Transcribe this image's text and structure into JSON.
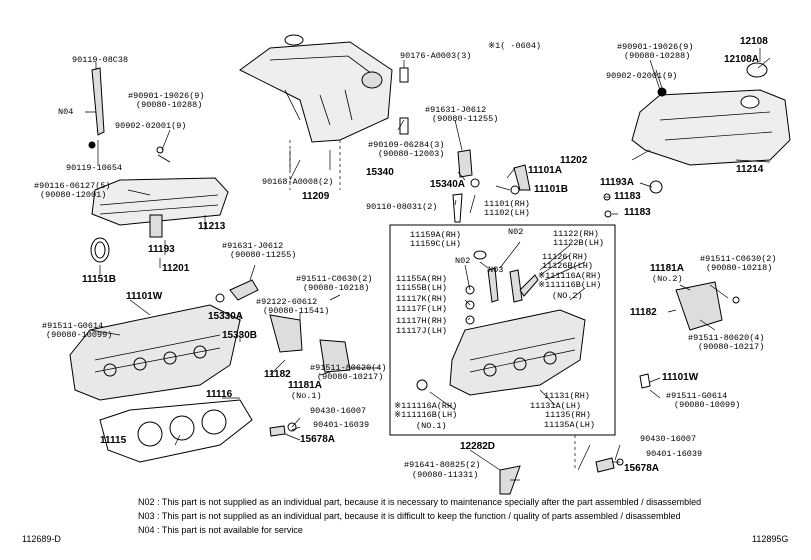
{
  "labels": {
    "l1": "90119-08C38",
    "l2": "N04",
    "l3": "#90901-19026(9)",
    "l4": "(90080-10288)",
    "l5": "90902-02001(9)",
    "l6": "90119-10654",
    "l7": "#90116-06127(5)",
    "l8": "(90080-12001)",
    "l9": "11213",
    "l10": "11193",
    "l11": "11201",
    "l12": "11151B",
    "l13": "90176-A0003(3)",
    "l14": "※1(   -0604)",
    "l15": "#91631-J0612",
    "l16": "(90080-11255)",
    "l17": "#90109-06284(3)",
    "l18": "(90080-12003)",
    "l19": "90168-A0008(2)",
    "l20": "11209",
    "l21": "15340",
    "l22": "15340A",
    "l23": "11101A",
    "l24": "11101B",
    "l25": "90110-08031(2)",
    "l26": "#90901-19026(9)",
    "l27": "(90080-10288)",
    "l28": "90902-02001(9)",
    "l29": "12108",
    "l30": "12108A",
    "l31": "11202",
    "l32": "11193A",
    "l33": "11214",
    "l34": "11183",
    "l35": "11183",
    "l36": "#91631-J0612",
    "l37": "(90080-11255)",
    "l38": "15330A",
    "l39": "15330B",
    "l40": "11101W",
    "l41": "#91511-G0614",
    "l42": "(90080-10099)",
    "l43": "#91511-C0630(2)",
    "l44": "(90080-10218)",
    "l45": "#92122-60612",
    "l46": "(90080-11541)",
    "l47": "11182",
    "l48": "11181A",
    "l49": "(No.1)",
    "l50": "#91511-80620(4)",
    "l51": "(90080-10217)",
    "l52": "11116",
    "l53": "11115",
    "l54": "90430-16007",
    "l55": "90401-16039",
    "l56": "15678A",
    "l57": "11101(RH)",
    "l58": "11102(LH)",
    "l59": "11159A(RH)",
    "l60": "11159C(LH)",
    "l61": "N02",
    "l62": "N02",
    "l63": "N03",
    "l64": "11155A(RH)",
    "l65": "11155B(LH)",
    "l66": "11117K(RH)",
    "l67": "11117F(LH)",
    "l68": "11117H(RH)",
    "l69": "11117J(LH)",
    "l70": "11122(RH)",
    "l71": "11122B(LH)",
    "l72": "11126(RH)",
    "l73": "11126B(LH)",
    "l74": "※111116A(RH)",
    "l75": "※111116B(LH)",
    "l76": "(NO.2)",
    "l77": "※111116A(RH)",
    "l78": "※111116B(LH)",
    "l79": "(NO.1)",
    "l80": "11131(RH)",
    "l81": "11131A(LH)",
    "l82": "11135(RH)",
    "l83": "11135A(LH)",
    "l84": "12282D",
    "l85": "#91641-80825(2)",
    "l86": "(90080-11331)",
    "l87": "11181A",
    "l88": "(No.2)",
    "l89": "#91511-C0630(2)",
    "l90": "(90080-10218)",
    "l91": "11182",
    "l92": "#91511-80620(4)",
    "l93": "(90080-10217)",
    "l94": "11101W",
    "l95": "#91511-G0614",
    "l96": "(90080-10099)",
    "l97": "90430-16007",
    "l98": "90401-16039",
    "l99": "15678A"
  },
  "notes": {
    "n02": "N02 : This part is not supplied as an individual part, because it is necessary to maintenance specially after the part assembled / disassembled",
    "n03": "N03 : This part is not supplied as an individual part, because it is difficult to keep the function / quality of parts assembled / disassembled",
    "n04": "N04 : This part is not available for service"
  },
  "footer": {
    "left_code": "112689-D",
    "right_code": "112895G"
  },
  "colors": {
    "ink": "#000000",
    "paper": "#ffffff"
  }
}
